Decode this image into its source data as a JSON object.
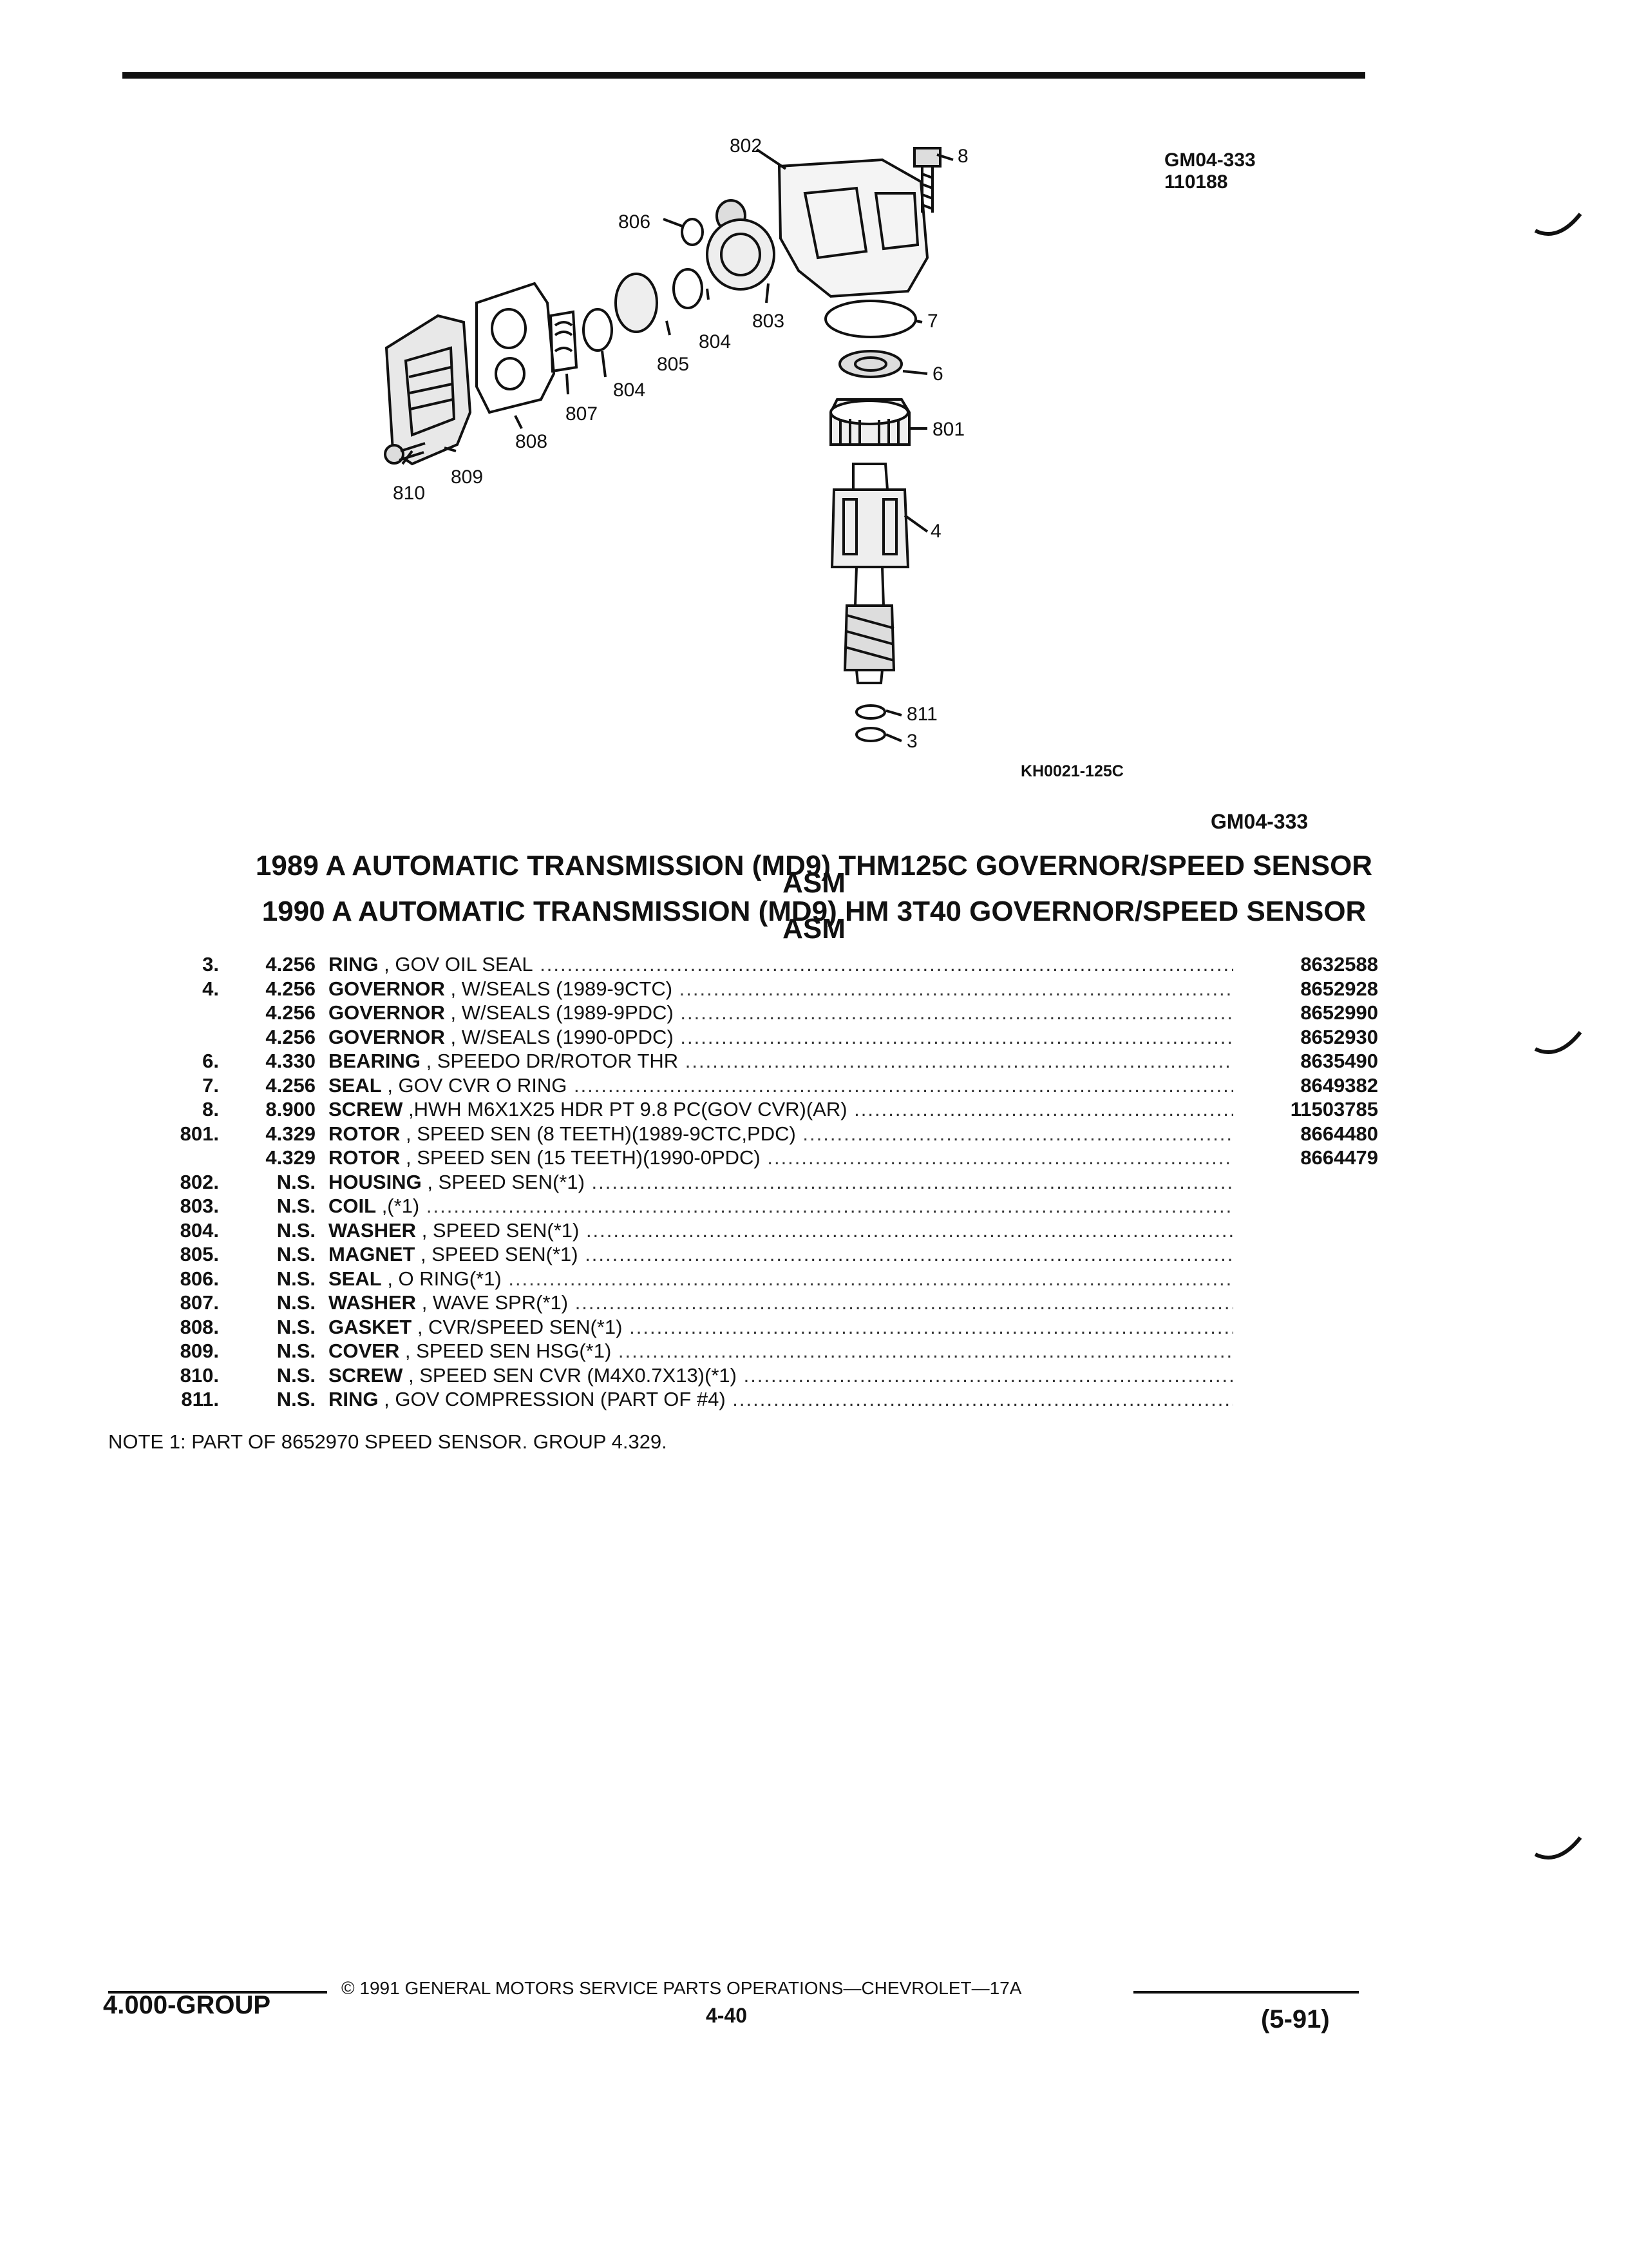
{
  "header": {
    "ref_code": "GM04-333",
    "ref_number": "110188"
  },
  "diagram": {
    "callouts": [
      "802",
      "8",
      "806",
      "7",
      "803",
      "804",
      "805",
      "6",
      "804",
      "807",
      "801",
      "808",
      "809",
      "810",
      "4",
      "811",
      "3"
    ],
    "ref": "KH0021-125C"
  },
  "page_ref": "GM04-333",
  "titles": [
    {
      "line": "1989 A AUTOMATIC TRANSMISSION (MD9) THM125C GOVERNOR/SPEED SENSOR",
      "sub": "ASM"
    },
    {
      "line": "1990 A AUTOMATIC TRANSMISSION (MD9) HM 3T40 GOVERNOR/SPEED SENSOR",
      "sub": "ASM"
    }
  ],
  "parts": [
    {
      "item": "3.",
      "group": "4.256",
      "name": "RING",
      "desc": ", GOV OIL SEAL",
      "part": "8632588"
    },
    {
      "item": "4.",
      "group": "4.256",
      "name": "GOVERNOR",
      "desc": ", W/SEALS (1989-9CTC)",
      "part": "8652928"
    },
    {
      "item": "",
      "group": "4.256",
      "name": "GOVERNOR",
      "desc": ", W/SEALS (1989-9PDC)",
      "part": "8652990"
    },
    {
      "item": "",
      "group": "4.256",
      "name": "GOVERNOR",
      "desc": ", W/SEALS (1990-0PDC)",
      "part": "8652930"
    },
    {
      "item": "6.",
      "group": "4.330",
      "name": "BEARING",
      "desc": ", SPEEDO DR/ROTOR THR",
      "part": "8635490"
    },
    {
      "item": "7.",
      "group": "4.256",
      "name": "SEAL",
      "desc": ", GOV CVR O RING",
      "part": "8649382"
    },
    {
      "item": "8.",
      "group": "8.900",
      "name": "SCREW",
      "desc": ",HWH M6X1X25 HDR PT 9.8 PC(GOV CVR)(AR)",
      "part": "11503785"
    },
    {
      "item": "801.",
      "group": "4.329",
      "name": "ROTOR",
      "desc": ", SPEED SEN (8 TEETH)(1989-9CTC,PDC)",
      "part": "8664480"
    },
    {
      "item": "",
      "group": "4.329",
      "name": "ROTOR",
      "desc": ", SPEED SEN (15 TEETH)(1990-0PDC)",
      "part": "8664479"
    },
    {
      "item": "802.",
      "group": "N.S.",
      "name": "HOUSING",
      "desc": ", SPEED SEN(*1)",
      "part": ""
    },
    {
      "item": "803.",
      "group": "N.S.",
      "name": "COIL",
      "desc": ",(*1)",
      "part": ""
    },
    {
      "item": "804.",
      "group": "N.S.",
      "name": "WASHER",
      "desc": ", SPEED SEN(*1)",
      "part": ""
    },
    {
      "item": "805.",
      "group": "N.S.",
      "name": "MAGNET",
      "desc": ", SPEED SEN(*1)",
      "part": ""
    },
    {
      "item": "806.",
      "group": "N.S.",
      "name": "SEAL",
      "desc": ", O RING(*1)",
      "part": ""
    },
    {
      "item": "807.",
      "group": "N.S.",
      "name": "WASHER",
      "desc": ", WAVE SPR(*1)",
      "part": ""
    },
    {
      "item": "808.",
      "group": "N.S.",
      "name": "GASKET",
      "desc": ", CVR/SPEED SEN(*1)",
      "part": ""
    },
    {
      "item": "809.",
      "group": "N.S.",
      "name": "COVER",
      "desc": ", SPEED SEN HSG(*1)",
      "part": ""
    },
    {
      "item": "810.",
      "group": "N.S.",
      "name": "SCREW",
      "desc": ", SPEED SEN CVR (M4X0.7X13)(*1)",
      "part": ""
    },
    {
      "item": "811.",
      "group": "N.S.",
      "name": "RING",
      "desc": ", GOV COMPRESSION (PART OF #4)",
      "part": ""
    }
  ],
  "note": "NOTE  1:  PART OF 8652970 SPEED SENSOR. GROUP 4.329.",
  "footer": {
    "copyright": "© 1991 GENERAL MOTORS SERVICE PARTS OPERATIONS—CHEVROLET—17A",
    "group": "4.000-GROUP",
    "page": "4-40",
    "date": "(5-91)"
  }
}
